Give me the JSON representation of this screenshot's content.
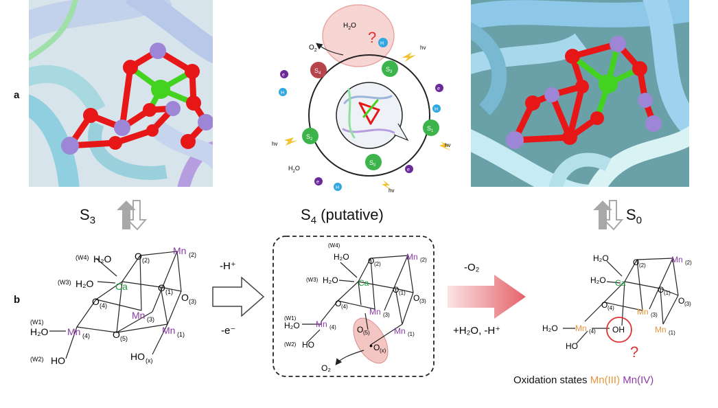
{
  "panel_labels": {
    "a": "a",
    "b": "b"
  },
  "states": {
    "s3": {
      "main": "S",
      "sub": "3"
    },
    "s4": {
      "main": "S",
      "sub": "4",
      "suffix": " (putative)"
    },
    "s0": {
      "main": "S",
      "sub": "0"
    }
  },
  "cycle": {
    "center_top_question": "?",
    "water": {
      "main": "H",
      "sub": "2",
      "tail": "O"
    },
    "o2": {
      "main": "O",
      "sub": "2"
    },
    "nodes": [
      {
        "main": "S",
        "sub": "4",
        "color": "#b5454a"
      },
      {
        "main": "S",
        "sub": "3",
        "color": "#3cb44b"
      },
      {
        "main": "S",
        "sub": "2",
        "color": "#3cb44b"
      },
      {
        "main": "S",
        "sub": "1",
        "color": "#3cb44b"
      },
      {
        "main": "S",
        "sub": "0",
        "color": "#3cb44b"
      }
    ],
    "hv": "hv",
    "electron": "e",
    "proton": "H"
  },
  "structures": {
    "w1": "(W1)",
    "w2": "(W2)",
    "w3": "(W3)",
    "w4": "(W4)",
    "h2o": "H₂O",
    "ho": "HO",
    "o": "O",
    "ca": "Ca",
    "mn": "Mn",
    "sub1": "(1)",
    "sub2": "(2)",
    "sub3": "(3)",
    "sub4": "(4)",
    "sub5": "(5)",
    "subx": "(x)",
    "oh": "OH",
    "o2": "O₂",
    "question": "?"
  },
  "arrows": {
    "step1_top": "-H⁺",
    "step1_bottom": "-e⁻",
    "step2_top": "-O₂",
    "step2_bottom": "+H₂O, -H⁺"
  },
  "legend": {
    "prefix": "Oxidation states ",
    "mn3": "Mn(III)",
    "mn4": "Mn(IV)"
  },
  "colors": {
    "mn_oxidation_III": "#e8953a",
    "mn_oxidation_IV": "#8b3aa8",
    "ca_green": "#1a9b3c",
    "cluster_oxygen": "#e81717",
    "cluster_mn": "#9d86d6",
    "cluster_ca": "#43d21f",
    "highlight_red": "#e03030"
  }
}
